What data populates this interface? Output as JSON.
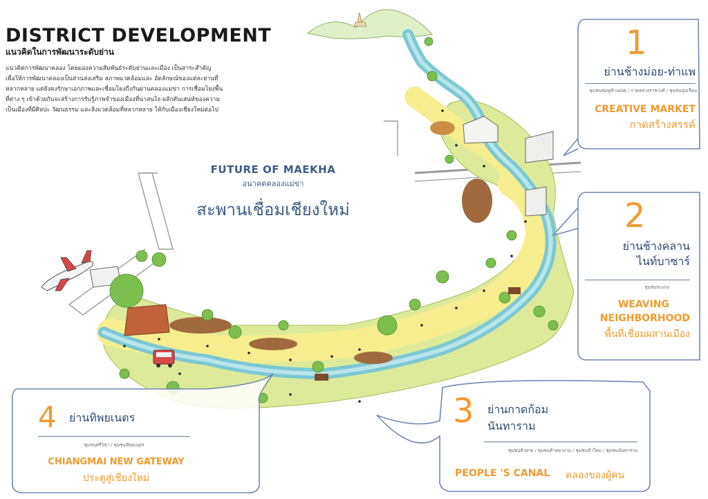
{
  "header": {
    "title": "DISTRICT DEVELOPMENT",
    "subtitle": "แนวคิดในการพัฒนาระดับย่าน",
    "intro_lines": [
      "แนวคิดการพัฒนาคลอง โดยมองความสัมพันธ์ระดับย่านและเมือง เป็นสาระสำคัญ",
      "เพื่อให้การพัฒนาคลองเป็นส่วนส่งเสริม สภาพแวดล้อมและ อัตลักษณ์ของแต่ละย่านที่",
      "หลากหลาย แต่ยังคงรักษาเอกภาพและเชื่อมโยงถึงกันผ่านคลองแม่ข่า การเชื่อมโยงพื้น",
      "ที่ต่าง ๆ เข้าด้วยกันจะสร้างการรับรู้ภาพจำของเมืองที่น่าสนใจ ผลักดันเสน่ห์ของความ",
      "เป็นเมืองที่มีศิลปะ วัฒนธรรม และสิ่งแวดล้อมที่หลากหลาย ให้กับเมืองเชียงใหม่ต่อไป"
    ]
  },
  "center": {
    "en": "FUTURE OF MAEKHA",
    "th_small": "อนาคตคลองแม่ข่า",
    "th_large": "สะพานเชื่อมเชียงใหม่"
  },
  "districts": [
    {
      "number": "1",
      "name": "ย่านช้างม่อย-ท่าแพ",
      "communities": "ชุมชนชมพูช้างม่อย / กาดหลวงราชวงศ์ / ชุมชนอุ่นเรือน",
      "theme_en": "CREATIVE MARKET",
      "theme_th": "กาดสร้างสรรค์"
    },
    {
      "number": "2",
      "name_line1": "ย่านช้างคลาน",
      "name_line2": "ไนท์บาซาร์",
      "communities": "ชุมชนระแกง",
      "theme_en_line1": "WEAVING",
      "theme_en_line2": "NEIGHBORHOOD",
      "theme_th": "พื้นที่เชื่อมผสานเมือง"
    },
    {
      "number": "3",
      "name_line1": "ย่านกาดก้อม",
      "name_line2": "นันทาราม",
      "communities": "ชุมชนหัวฝาย / ชุมชนท้ายพวงาม / ชุมชนฟ้าใหม่ / ชุมชนนันทาราม",
      "theme_en": "PEOPLE 'S CANAL",
      "theme_th": "คลองของผู้คน"
    },
    {
      "number": "4",
      "name": "ย่านทิพยเนตร",
      "communities": "ชุมชนศรีวิชา / ชุมชนทิพยเนตร",
      "theme_en": "CHIANGMAI NEW GATEWAY",
      "theme_th": "ประตูสู่เชียงใหม่"
    }
  ],
  "colors": {
    "accent_orange": "#f29a2e",
    "text_blue": "#2c4a73",
    "callout_border": "#6f88b3",
    "canal": "#8fd0d6",
    "path": "#f7ea8a",
    "grass": "#c6dd6e"
  }
}
